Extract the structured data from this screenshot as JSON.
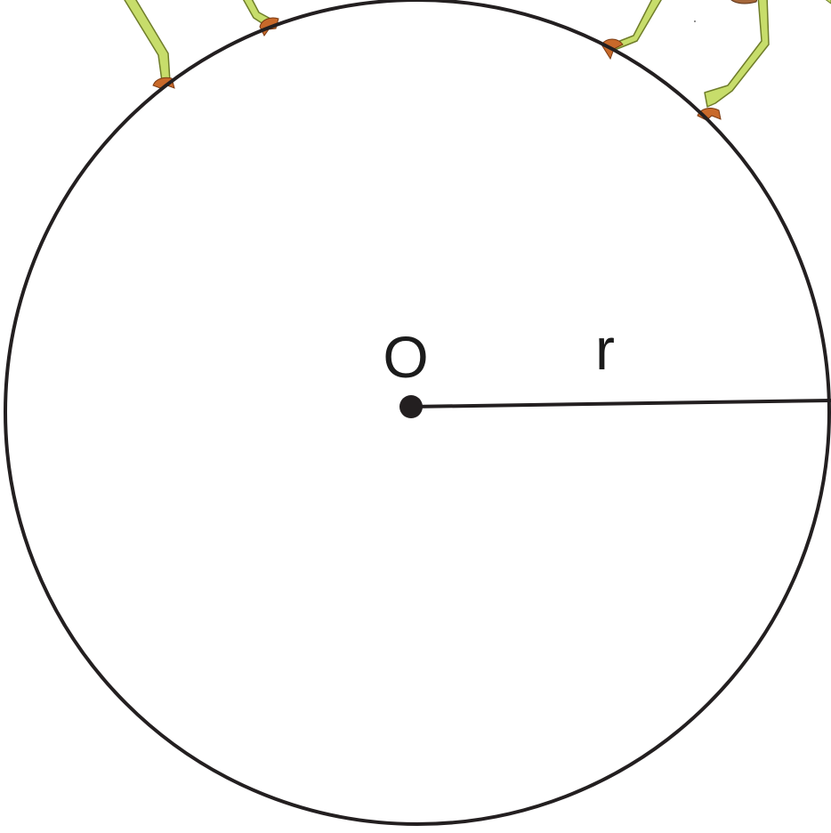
{
  "diagram": {
    "center_label": "O",
    "radius_label": "r",
    "colors": {
      "stroke": "#231f20",
      "leg": "#c7dd6b",
      "leg_outline": "#6f7d2a",
      "foot": "#c8692a",
      "foot_outline": "#7a3a12"
    },
    "icons": [
      "circle-outline",
      "center-point",
      "radius-line",
      "figure-legs"
    ]
  }
}
